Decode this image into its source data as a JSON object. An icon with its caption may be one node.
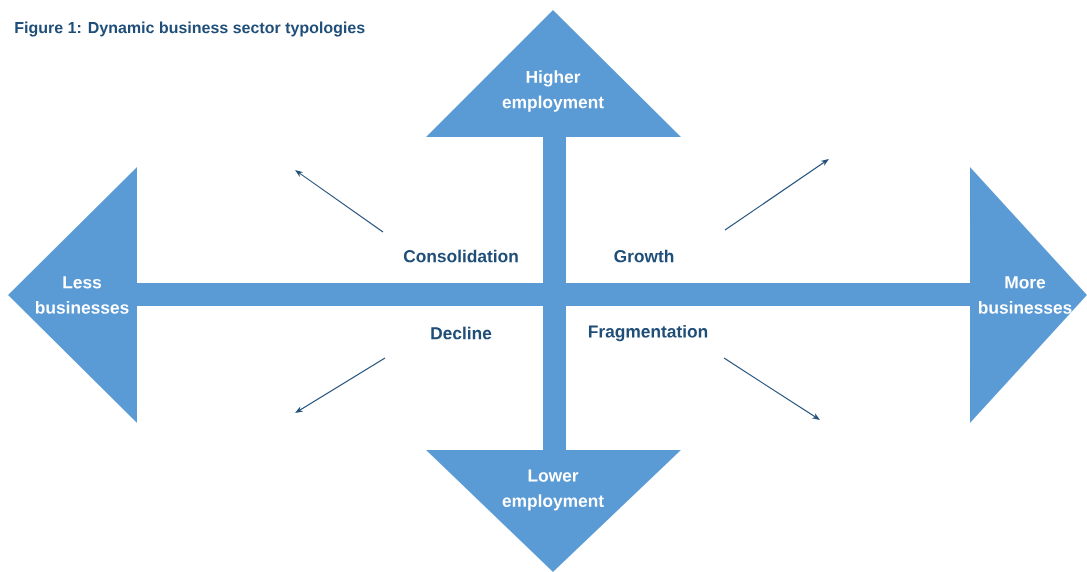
{
  "diagram": {
    "title": "Figure 1: Dynamic business sector typologies",
    "nodes": [
      {
        "text": [
          "Higher employment"
        ]
      },
      {
        "text": [
          "Less businesses"
        ]
      },
      {
        "text": [
          "More businesses"
        ]
      },
      {
        "text": [
          "Lower employment"
        ]
      }
    ],
    "labels": [
      "Consolidation",
      "Growth",
      "Decline",
      "Fragmentation"
    ]
  }
}
